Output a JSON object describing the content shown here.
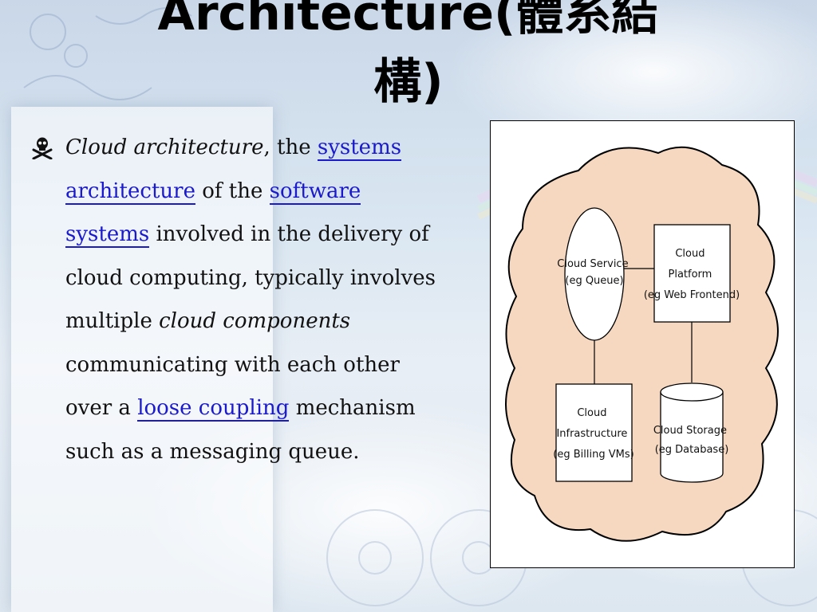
{
  "slide": {
    "title_line1": "Architecture(體系結",
    "title_line2": "構)"
  },
  "bullet": {
    "icon": "skull-crossbones-icon",
    "segments": [
      {
        "text": "Cloud architecture",
        "style": "italic"
      },
      {
        "text": ", the ",
        "style": "normal"
      },
      {
        "text": "systems architecture",
        "style": "link"
      },
      {
        "text": " of the ",
        "style": "normal"
      },
      {
        "text": "software systems",
        "style": "link"
      },
      {
        "text": " involved in the delivery of cloud computing, typically involves multiple ",
        "style": "normal"
      },
      {
        "text": "cloud components",
        "style": "italic"
      },
      {
        "text": " communicating with each other over a ",
        "style": "normal"
      },
      {
        "text": "loose coupling",
        "style": "link"
      },
      {
        "text": " mechanism such as a messaging queue.",
        "style": "normal"
      }
    ]
  },
  "diagram": {
    "cloud_service": [
      "Cloud Service",
      "(eg Queue)"
    ],
    "cloud_platform": [
      "Cloud",
      "Platform",
      "(eg Web Frontend)"
    ],
    "cloud_infrastructure": [
      "Cloud",
      "Infrastructure",
      "(eg Billing VMs)"
    ],
    "cloud_storage": [
      "Cloud Storage",
      "(eg Database)"
    ]
  },
  "colors": {
    "link": "#1a1acc",
    "cloud_fill": "#f6d8c0",
    "title": "#000000"
  }
}
